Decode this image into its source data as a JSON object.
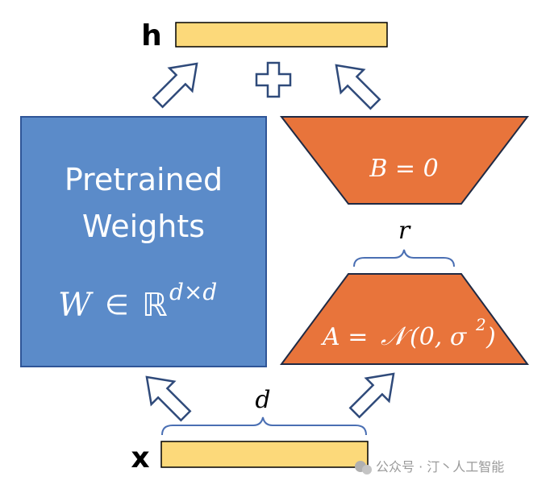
{
  "labels": {
    "h": "h",
    "x": "x",
    "plus": "+",
    "pretrained_line1": "Pretrained",
    "pretrained_line2": "Weights",
    "w_base": "W",
    "w_in": "∈",
    "w_real": "ℝ",
    "w_exp": "d×d",
    "b_eq": "B = 0",
    "a_prefix": "A = ",
    "a_n": "𝒩",
    "a_args": "(0, σ",
    "a_sq": "2",
    "a_close": ")",
    "r": "r",
    "d": "d",
    "watermark": "公众号 · 汀丶人工智能"
  },
  "colors": {
    "blue": "#5b8bc9",
    "blue_stroke": "#2f5597",
    "orange": "#e8743b",
    "orange_stroke": "#1f2a44",
    "yellow": "#fcd97a",
    "arrow_stroke": "#2f4a7a",
    "brace": "#4a6fb3"
  }
}
